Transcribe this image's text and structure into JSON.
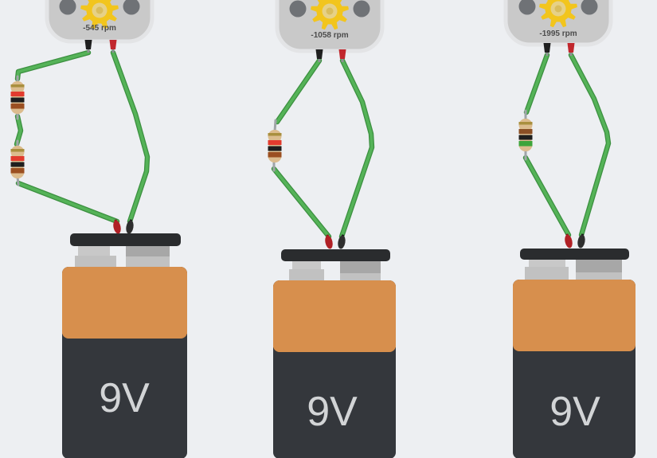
{
  "scene": {
    "background_color": "#edeff2",
    "wire_color": "#4caf50",
    "circuits": [
      {
        "motor": {
          "rpm_label": "-545 rpm"
        },
        "resistors": [
          {
            "bands": [
              "gold",
              "red",
              "black",
              "brown"
            ],
            "band_hex": [
              "#a98f3e",
              "#e23b2e",
              "#1e1e1e",
              "#9b4f21"
            ]
          },
          {
            "bands": [
              "gold",
              "red",
              "black",
              "brown"
            ],
            "band_hex": [
              "#a98f3e",
              "#e23b2e",
              "#1e1e1e",
              "#9b4f21"
            ]
          }
        ],
        "battery": {
          "label": "9V"
        }
      },
      {
        "motor": {
          "rpm_label": "-1058 rpm"
        },
        "resistors": [
          {
            "bands": [
              "gold",
              "red",
              "black",
              "brown"
            ],
            "band_hex": [
              "#a98f3e",
              "#e23b2e",
              "#1e1e1e",
              "#9b4f21"
            ]
          }
        ],
        "battery": {
          "label": "9V"
        }
      },
      {
        "motor": {
          "rpm_label": "-1995 rpm"
        },
        "resistors": [
          {
            "bands": [
              "gold",
              "brown",
              "black",
              "green"
            ],
            "band_hex": [
              "#a98f3e",
              "#8a4f25",
              "#1e1e1e",
              "#3da43a"
            ]
          }
        ],
        "battery": {
          "label": "9V"
        }
      }
    ]
  }
}
